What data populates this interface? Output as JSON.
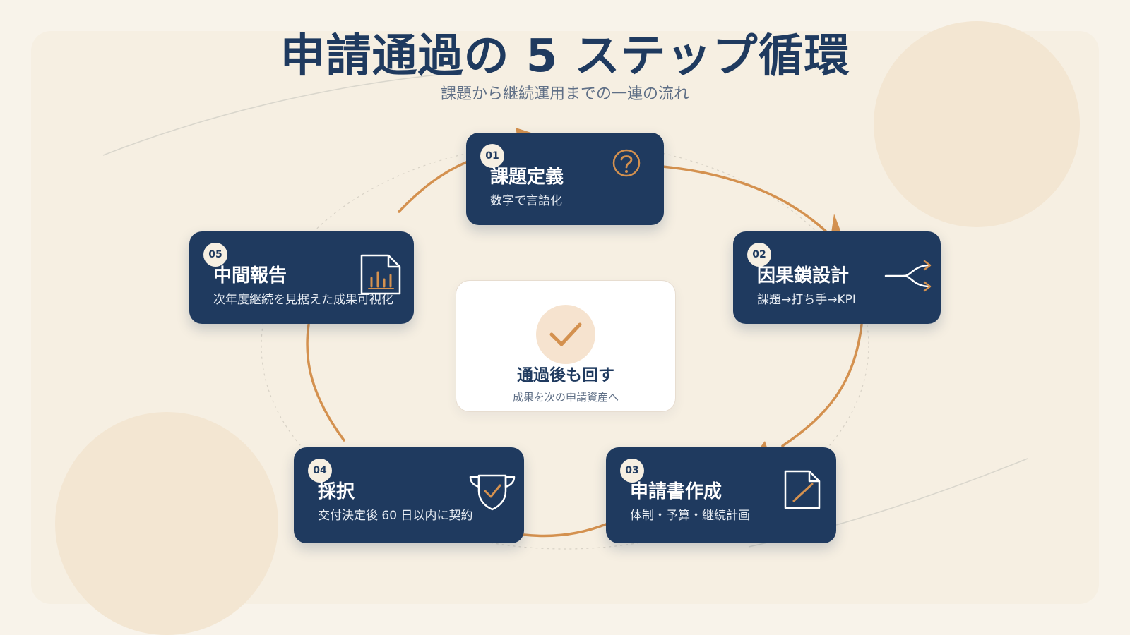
{
  "title": "申請通過の 5 ステップ循環",
  "subtitle": "課題から継続運用までの一連の流れ",
  "colors": {
    "navy": "#1f3a5f",
    "accent": "#d4914f",
    "background": "#f8f3ea",
    "panel": "#f6efe2"
  },
  "steps": [
    {
      "number": "01",
      "title": "課題定義",
      "description": "数字で言語化",
      "icon": "question-icon"
    },
    {
      "number": "02",
      "title": "因果鎖設計",
      "description": "課題→打ち手→KPI",
      "icon": "branch-arrows-icon"
    },
    {
      "number": "03",
      "title": "申請書作成",
      "description": "体制・予算・継続計画",
      "icon": "document-pen-icon"
    },
    {
      "number": "04",
      "title": "採択",
      "description": "交付決定後 60 日以内に契約",
      "icon": "shield-check-icon"
    },
    {
      "number": "05",
      "title": "中間報告",
      "description": "次年度継続を見据えた成果可視化",
      "icon": "report-chart-icon"
    }
  ],
  "center": {
    "title": "通過後も回す",
    "subtitle": "成果を次の申請資産へ",
    "icon": "check-icon"
  }
}
